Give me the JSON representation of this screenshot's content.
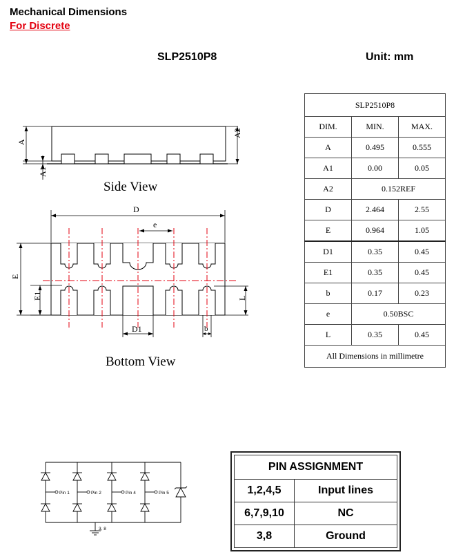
{
  "header": {
    "title": "Mechanical Dimensions",
    "subtitle": "For Discrete",
    "package": "SLP2510P8",
    "unit": "Unit: mm"
  },
  "drawing": {
    "side_view_label": "Side View",
    "bottom_view_label": "Bottom View",
    "dim_labels": {
      "A": "A",
      "A1": "A1",
      "A2": "A2",
      "D": "D",
      "e": "e",
      "E": "E",
      "E1": "E1",
      "L": "L",
      "D1": "D1",
      "b": "b"
    },
    "accent_color": "#e3000f"
  },
  "dim_table": {
    "title": "SLP2510P8",
    "headers": [
      "DIM.",
      "MIN.",
      "MAX."
    ],
    "rows": [
      {
        "dim": "A",
        "min": "0.495",
        "max": "0.555"
      },
      {
        "dim": "A1",
        "min": "0.00",
        "max": "0.05"
      },
      {
        "dim": "A2",
        "span": "0.152REF"
      },
      {
        "dim": "D",
        "min": "2.464",
        "max": "2.55"
      },
      {
        "dim": "E",
        "min": "0.964",
        "max": "1.05"
      },
      {
        "dim": "D1",
        "min": "0.35",
        "max": "0.45"
      },
      {
        "dim": "E1",
        "min": "0.35",
        "max": "0.45"
      },
      {
        "dim": "b",
        "min": "0.17",
        "max": "0.23"
      },
      {
        "dim": "e",
        "span": "0.50BSC"
      },
      {
        "dim": "L",
        "min": "0.35",
        "max": "0.45"
      }
    ],
    "footer": "All Dimensions in millimetre"
  },
  "schematic": {
    "pins": [
      "Pin 1",
      "Pin 2",
      "Pin 4",
      "Pin 5"
    ],
    "ground_label": "3, 8"
  },
  "pin_table": {
    "title": "PIN ASSIGNMENT",
    "rows": [
      {
        "pins": "1,2,4,5",
        "function": "Input lines"
      },
      {
        "pins": "6,7,9,10",
        "function": "NC"
      },
      {
        "pins": "3,8",
        "function": "Ground"
      }
    ]
  }
}
